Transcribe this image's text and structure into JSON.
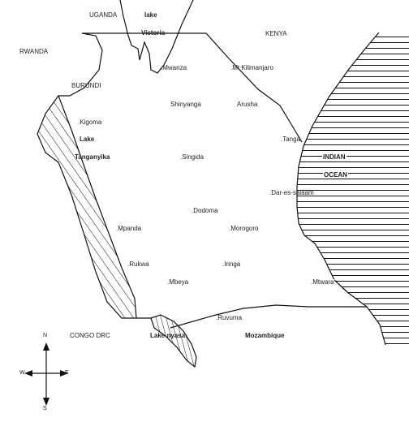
{
  "map": {
    "neighbours": {
      "uganda": "UGANDA",
      "kenya": "KENYA",
      "rwanda": "RWANDA",
      "burundi": "BURUNDI",
      "congo": "CONGO DRC",
      "mozambique": "Mozambique"
    },
    "water": {
      "lake_victoria_top": "lake",
      "lake_victoria_bottom": "Victoria",
      "lake_tanganyika_top": "Lake",
      "lake_tanganyika_bottom": "Tanganyika",
      "lake_nyasa": "Lake nyasa",
      "indian_ocean_top": "INDIAN",
      "indian_ocean_bottom": "OCEAN"
    },
    "places": {
      "mwanza": ".Mwanza",
      "kilimanjaro": ".Mt Kilimanjaro",
      "shinyanga": "Shinyanga",
      "arusha": "Arusha",
      "kigoma": ".Kigoma",
      "tanga": ".Tanga",
      "singida": ".Singida",
      "dar": ".Dar-es-salaam",
      "dodoma": ".Dodoma",
      "mpanda": ".Mpanda",
      "morogoro": ".Morogoro",
      "rukwa": ".Rukwa",
      "iringa": ".Iringa",
      "mbeya": ".Mbeya",
      "mtwara": ".Mtwara",
      "ruvuma": ".Ruvuma"
    },
    "compass": {
      "n": "N",
      "s": "S",
      "e": "E",
      "w": "W"
    }
  }
}
